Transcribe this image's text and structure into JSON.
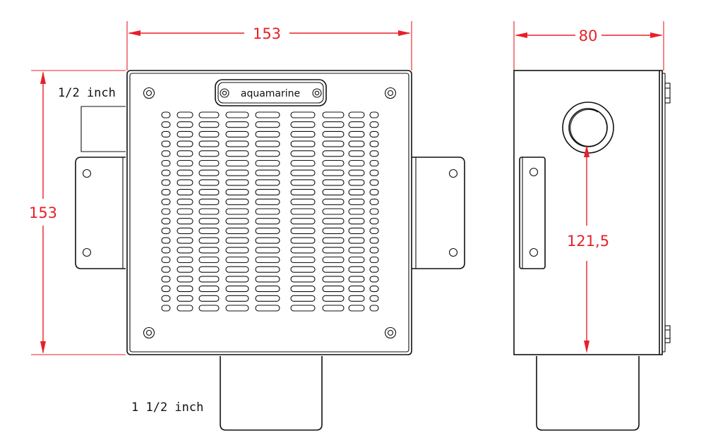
{
  "front_view": {
    "width_dimension": "153",
    "height_dimension": "153",
    "brand_logo": "aquamarine",
    "top_pipe_label": "1/2 inch",
    "bottom_pipe_label": "1 1/2 inch"
  },
  "side_view": {
    "depth_dimension": "80",
    "inlet_height_dimension": "121,5"
  },
  "colors": {
    "outline": "#111111",
    "dimension": "#e8202a",
    "background": "#ffffff"
  }
}
